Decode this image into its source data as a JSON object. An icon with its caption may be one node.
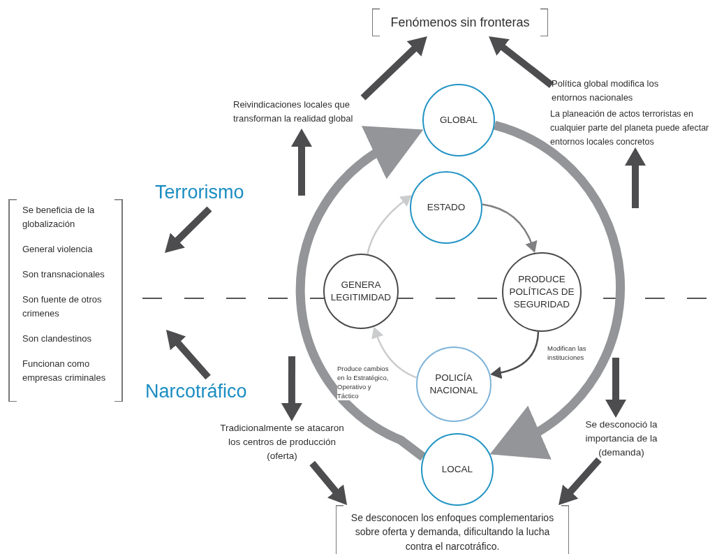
{
  "diagram": {
    "nodes": [
      {
        "text": [
          "Fenómenos sin fronteras"
        ]
      },
      {
        "text": [
          "Reivindicaciones locales que transforman la realidad global"
        ]
      },
      {
        "text": [
          "Política global modifica los entornos nacionales"
        ]
      },
      {
        "text": [
          "La planeación de actos terroristas en cualquier parte del planeta puede afectar entornos locales concretos"
        ]
      },
      {
        "text": [
          "GLOBAL"
        ]
      },
      {
        "text": [
          "ESTADO"
        ]
      },
      {
        "text": [
          "GENERA LEGITIMIDAD"
        ]
      },
      {
        "text": [
          "PRODUCE POLÍTICAS DE SEGURIDAD"
        ]
      },
      {
        "text": [
          "POLICÍA NACIONAL"
        ]
      },
      {
        "text": [
          "LOCAL"
        ]
      },
      {
        "text": [
          "Terrorismo"
        ]
      },
      {
        "text": [
          "Narcotráfico"
        ]
      },
      {
        "text": [
          "Se beneficia de la globalización",
          "General violencia",
          "Son transnacionales",
          "Son fuente de otros crimenes",
          "Son clandestinos",
          "Funcionan como empresas criminales"
        ]
      },
      {
        "text": [
          "Tradicionalmente se atacaron los centros de producción (oferta)"
        ]
      },
      {
        "text": [
          "Se desconoció la importancia de la (demanda)"
        ]
      },
      {
        "text": [
          "Se desconocen los enfoques complementarios sobre oferta y demanda, dificultando la lucha contra el narcotráfico."
        ]
      }
    ],
    "edges": [
      {
        "from": 1,
        "to": 0,
        "arrow": "to"
      },
      {
        "from": 2,
        "to": 0,
        "arrow": "to"
      },
      {
        "from": null,
        "to": 1,
        "arrow": "to"
      },
      {
        "from": null,
        "to": 3,
        "arrow": "to"
      },
      {
        "from": 10,
        "to": null,
        "arrow": "to"
      },
      {
        "from": 11,
        "to": null,
        "arrow": "to"
      },
      {
        "from": null,
        "to": 13,
        "arrow": "to"
      },
      {
        "from": null,
        "to": 14,
        "arrow": "to"
      },
      {
        "from": 13,
        "to": 15,
        "arrow": "to"
      },
      {
        "from": 14,
        "to": 15,
        "arrow": "to"
      },
      {
        "from": 9,
        "to": 4,
        "arrow": "to",
        "color": "#939598"
      },
      {
        "from": 4,
        "to": 9,
        "arrow": "to",
        "color": "#939598"
      },
      {
        "from": 5,
        "to": 7,
        "arrow": "to",
        "color": "#808082"
      },
      {
        "from": 7,
        "to": 8,
        "arrow": "to",
        "label": "Modifican las instituciones"
      },
      {
        "from": 8,
        "to": 6,
        "arrow": "to",
        "label": "Produce cambios en lo Estratégico, Operativo y Táctico",
        "color": "#cbcccd"
      },
      {
        "from": 6,
        "to": 5,
        "arrow": "to",
        "color": "#cbcccd"
      }
    ]
  }
}
